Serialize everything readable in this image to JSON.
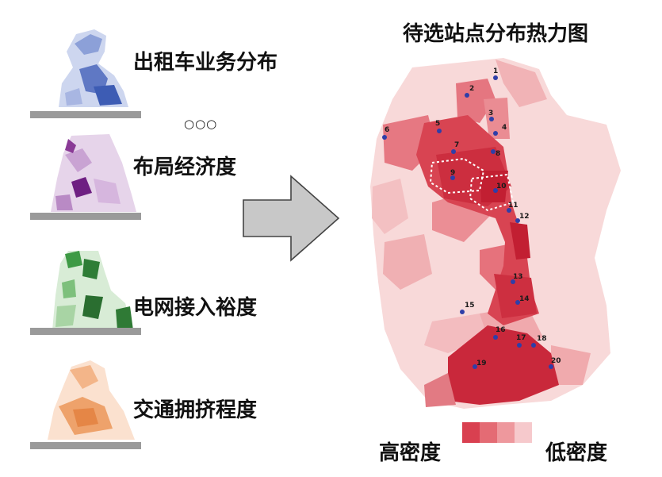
{
  "layers": [
    {
      "label": "出租车业务分布"
    },
    {
      "label": "布局经济度"
    },
    {
      "label": "电网接入裕度"
    },
    {
      "label": "交通拥挤程度"
    }
  ],
  "ellipsis": "○○○",
  "map": {
    "title": "待选站点分布热力图",
    "stations": [
      "1",
      "2",
      "3",
      "4",
      "5",
      "6",
      "7",
      "8",
      "9",
      "10",
      "11",
      "12",
      "13",
      "14",
      "15",
      "16",
      "17",
      "18",
      "19",
      "20"
    ]
  },
  "legend": {
    "high": "高密度",
    "low": "低密度",
    "colors": [
      "#d94050",
      "#e46b74",
      "#ee989d",
      "#f6c9cc"
    ]
  }
}
